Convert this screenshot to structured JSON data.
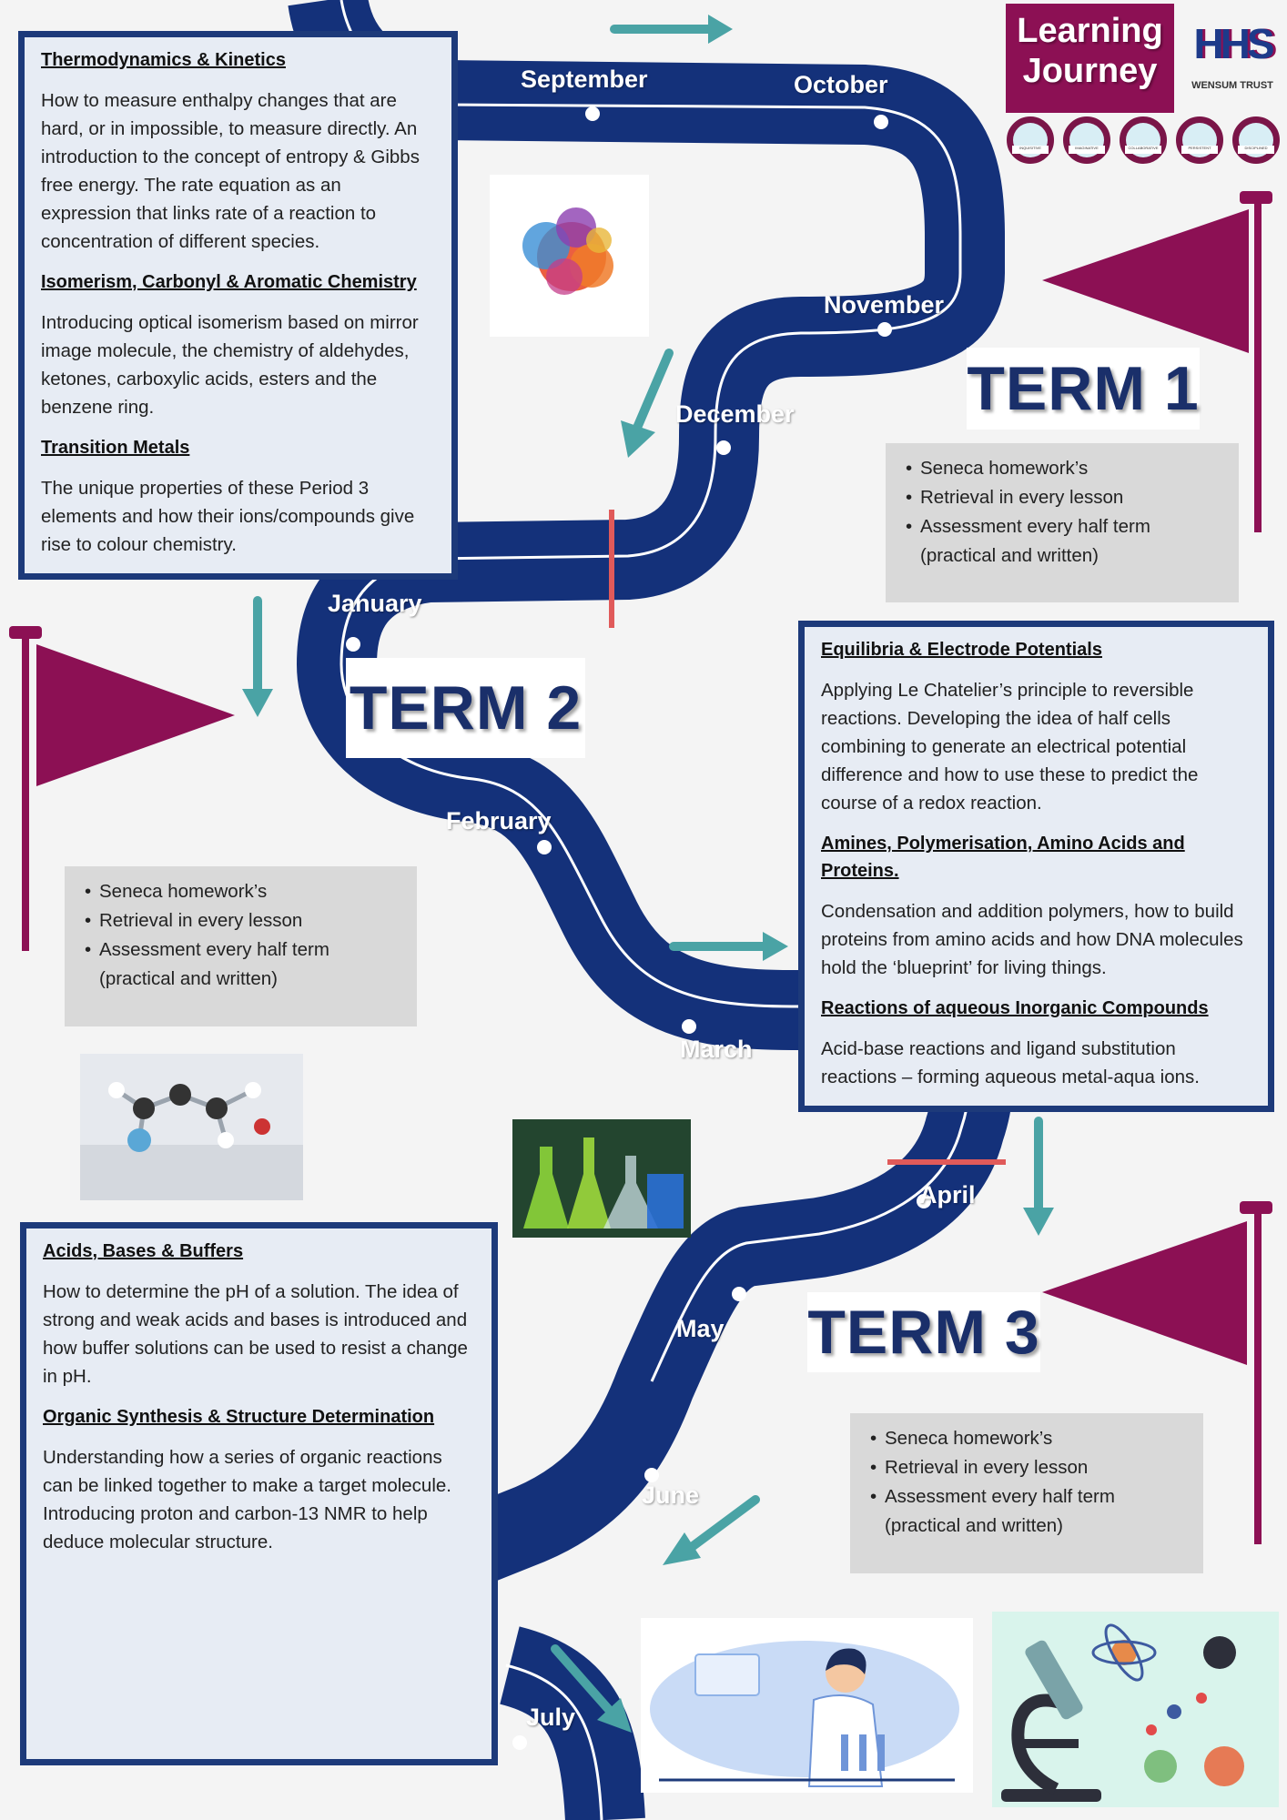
{
  "header": {
    "title_line1": "Learning",
    "title_line2": "Journey",
    "trust_logo": "WENSUM TRUST",
    "trust_badge_letters": "HHS",
    "values": [
      "INQUISITIVE",
      "IMAGINATIVE",
      "COLLABORATIVE",
      "PERSISTENT",
      "DISCIPLINED"
    ]
  },
  "months": [
    "September",
    "October",
    "November",
    "December",
    "January",
    "February",
    "March",
    "April",
    "May",
    "June",
    "July"
  ],
  "terms": [
    "TERM 1",
    "TERM 2",
    "TERM 3"
  ],
  "term1_box": {
    "sections": [
      {
        "heading": "Thermodynamics & Kinetics",
        "body": "How to measure enthalpy changes that are hard, or in impossible, to measure directly. An introduction to the concept of entropy & Gibbs free energy. The rate equation as an expression that links rate of a reaction to concentration of different species."
      },
      {
        "heading": "Isomerism, Carbonyl & Aromatic Chemistry",
        "body": "Introducing optical isomerism based on mirror image molecule, the chemistry of aldehydes, ketones, carboxylic acids, esters and the benzene ring."
      },
      {
        "heading": "Transition Metals",
        "body": "The unique properties of these Period 3 elements and how their ions/compounds give rise to colour chemistry."
      }
    ]
  },
  "term2_box": {
    "sections": [
      {
        "heading": "Equilibria & Electrode Potentials",
        "body": "Applying Le Chatelier’s principle to reversible reactions. Developing the idea of half cells combining to generate an electrical potential difference and how to use these to predict the course of a redox reaction."
      },
      {
        "heading": "Amines, Polymerisation, Amino Acids and Proteins.",
        "body": "Condensation and addition polymers, how to build proteins from amino acids and how DNA molecules hold the ‘blueprint’ for living things."
      },
      {
        "heading": "Reactions of aqueous Inorganic Compounds",
        "body": "Acid-base reactions and ligand substitution reactions – forming aqueous metal-aqua ions."
      }
    ]
  },
  "term3_box": {
    "sections": [
      {
        "heading": "Acids, Bases & Buffers",
        "body": "How to determine the pH of a solution. The idea of strong and weak acids and bases is introduced and how buffer solutions can be used to resist a change in pH."
      },
      {
        "heading": "Organic Synthesis & Structure Determination",
        "body": "Understanding how a series of organic reactions can be linked together to make a target molecule. Introducing proton and carbon-13 NMR to help deduce molecular structure."
      }
    ]
  },
  "assessment": {
    "items": [
      "Seneca homework’s",
      "Retrieval in every lesson",
      "Assessment every half term"
    ],
    "item3_sub": "(practical and written)"
  },
  "colors": {
    "road": "#14317a",
    "flag": "#8c1054",
    "arrow": "#4aa3a5",
    "box_border": "#1d3a7a",
    "divider": "#e05a5a"
  }
}
